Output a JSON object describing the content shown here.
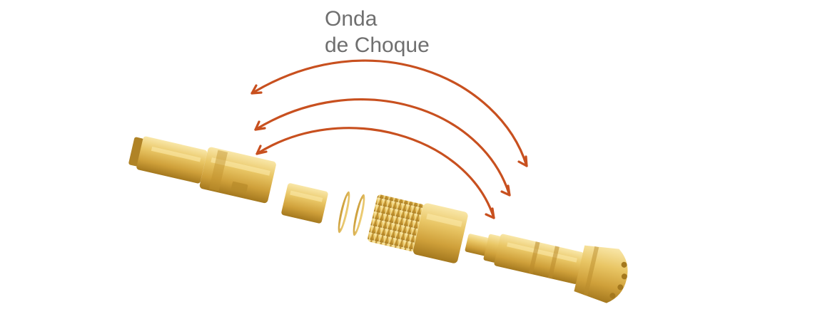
{
  "diagram": {
    "title_line1": "Onda",
    "title_line2": "de Choque",
    "colors": {
      "arrow": "#c8501f",
      "gold_light": "#f6da8a",
      "gold_mid": "#ddb348",
      "gold_dark": "#a4781e",
      "text": "#6f6f6f"
    },
    "components": [
      "drill-hammer-top-sub",
      "check-valve",
      "retaining-rings",
      "threaded-cylinder",
      "drill-bit"
    ]
  }
}
